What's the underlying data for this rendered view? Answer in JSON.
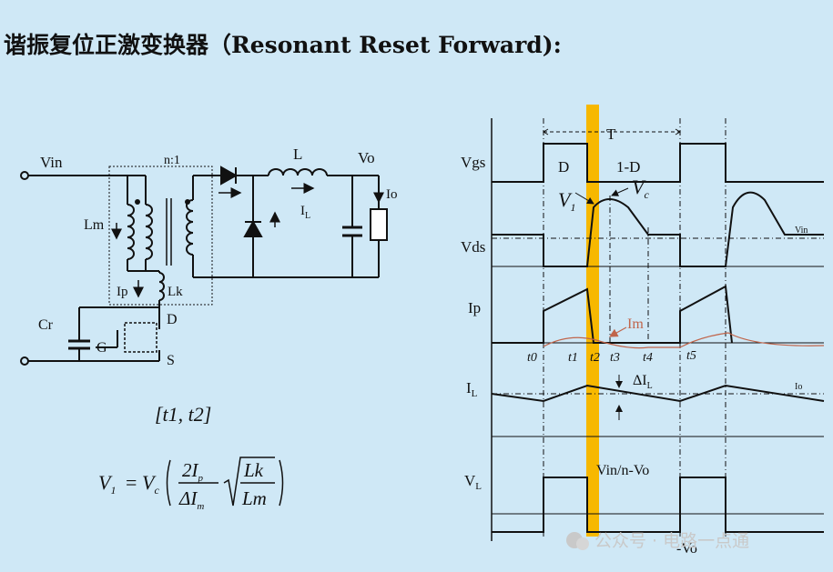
{
  "title": "谐振复位正激变换器（Resonant Reset Forward):",
  "circuit": {
    "vin": "Vin",
    "ratio": "n:1",
    "inductor": "L",
    "vo": "Vo",
    "io": "Io",
    "il": "I",
    "il_sub": "L",
    "lm": "Lm",
    "ip": "Ip",
    "lk": "Lk",
    "cr": "Cr",
    "d": "D",
    "g": "G",
    "s": "S"
  },
  "formula": {
    "interval": "[t1, t2]",
    "v1": "V",
    "v1_sub": "1",
    "eq": "=",
    "vc": "V",
    "vc_sub": "c",
    "num": "2I",
    "num_sub": "p",
    "den": "ΔI",
    "den_sub": "m",
    "rnum": "Lk",
    "rden": "Lm"
  },
  "waveforms": {
    "t_label": "T",
    "d_label": "D",
    "one_minus_d": "1-D",
    "vgs": "Vgs",
    "vds": "Vds",
    "ip": "Ip",
    "il": "I",
    "il_sub": "L",
    "vl": "V",
    "vl_sub": "L",
    "v1": "V",
    "v1_sub": "1",
    "vc": "V",
    "vc_sub": "c",
    "vin_small": "Vin",
    "im": "Im",
    "t0": "t0",
    "t1": "t1",
    "t2": "t2",
    "t3": "t3",
    "t4": "t4",
    "t5": "t5",
    "delta_il": "ΔI",
    "delta_il_sub": "L",
    "io_small": "Io",
    "vin_n_vo": "Vin/n-Vo",
    "neg_vo": "-Vo"
  },
  "watermark": "公众号 · 电路一点通",
  "colors": {
    "background": "#cfe8f6",
    "highlight": "#f7b800",
    "im_curve": "#c0654b"
  }
}
